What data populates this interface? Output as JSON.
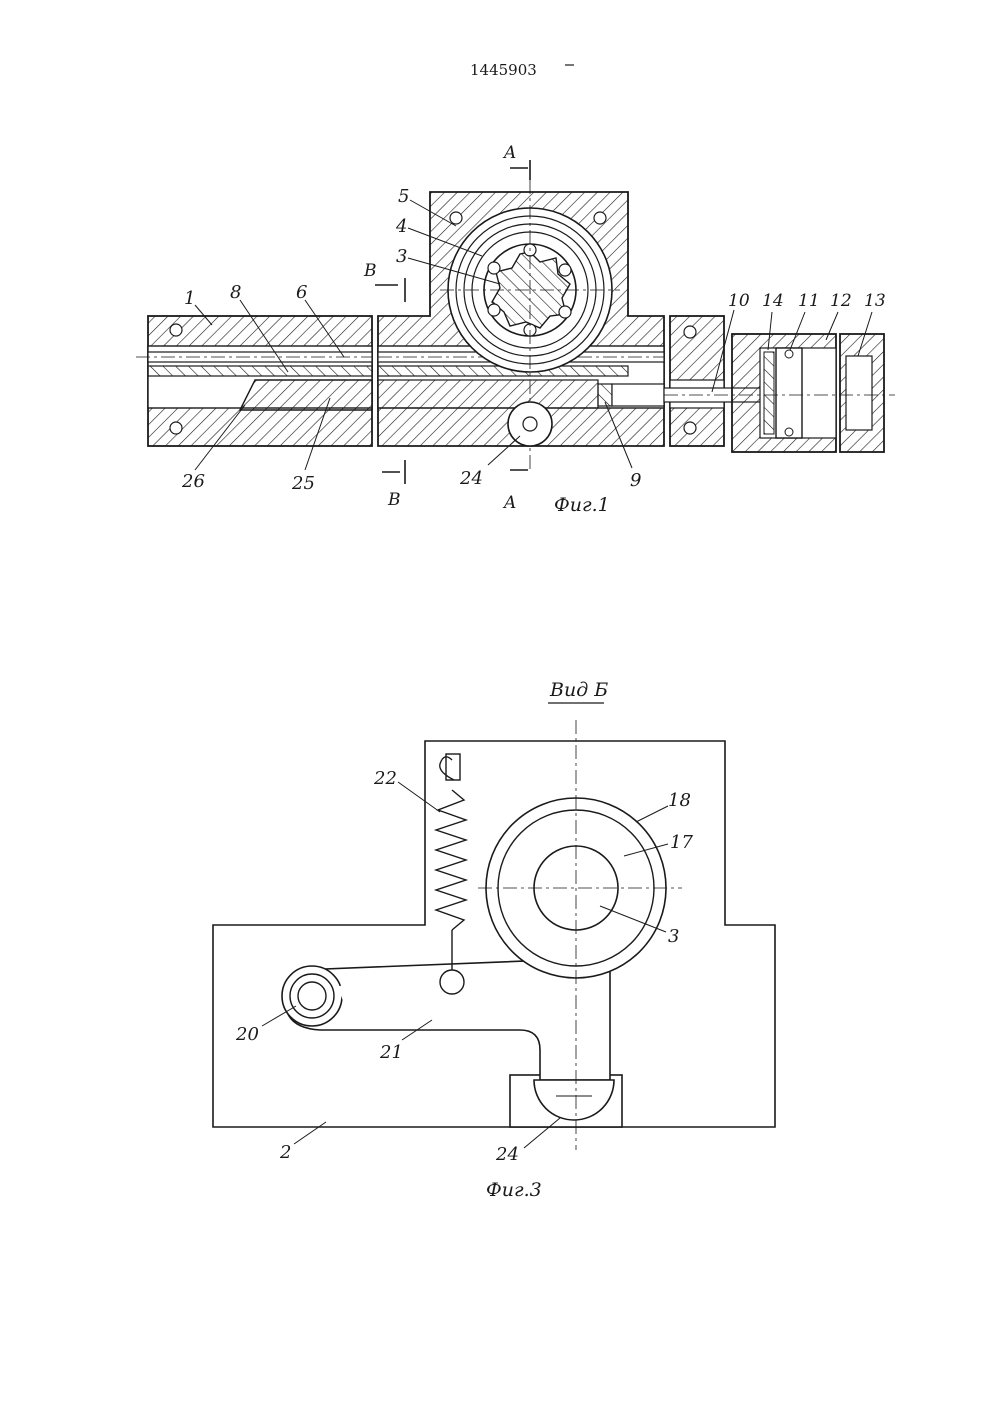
{
  "patent_number": "1445903",
  "fig1": {
    "caption": "Фиг.1",
    "section_a_top": "A",
    "section_a_bottom": "A",
    "section_b_top": "B",
    "section_b_bottom": "B",
    "labels": {
      "l1": "1",
      "l8": "8",
      "l6": "6",
      "l5": "5",
      "l4": "4",
      "l3": "3",
      "l10": "10",
      "l14": "14",
      "l11": "11",
      "l12": "12",
      "l13": "13",
      "l26": "26",
      "l25": "25",
      "l24": "24",
      "l9": "9"
    }
  },
  "fig3": {
    "view_title": "Вид Б",
    "caption": "Фиг.3",
    "labels": {
      "l22": "22",
      "l18": "18",
      "l17": "17",
      "l3": "3",
      "l20": "20",
      "l21": "21",
      "l2": "2",
      "l24": "24"
    }
  }
}
